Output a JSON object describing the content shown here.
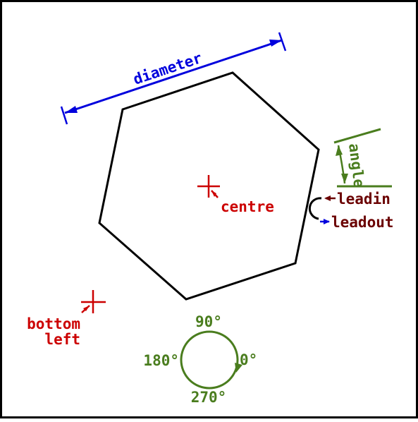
{
  "labels": {
    "diameter": "diameter",
    "centre": "centre",
    "bottom_left_1": "bottom",
    "bottom_left_2": "left",
    "angle": "angle",
    "leadin": "leadin",
    "leadout": "leadout",
    "deg_90": "90°",
    "deg_180": "180°",
    "deg_0": "0°",
    "deg_270": "270°"
  },
  "colors": {
    "frame": "#000000",
    "hexagon": "#000000",
    "diameter": "#0000dd",
    "centre": "#cc0000",
    "bottom_left": "#cc0000",
    "angle": "#4a7d1e",
    "leadin": "#6b0000",
    "leadout": "#6b0000",
    "leadout_arrow": "#0000dd",
    "compass": "#4a7d1e"
  }
}
